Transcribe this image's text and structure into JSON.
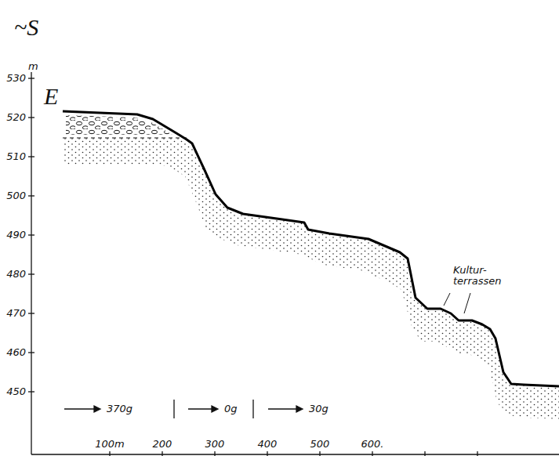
{
  "diagram": {
    "labels": [
      "~S",
      "m",
      "E",
      "530",
      "520",
      "510",
      "500",
      "490",
      "480",
      "470",
      "460",
      "450",
      "Kultur- terrassen",
      "370g",
      "0g",
      "30g",
      "100m",
      "200",
      "300",
      "400",
      "500",
      "600."
    ]
  }
}
